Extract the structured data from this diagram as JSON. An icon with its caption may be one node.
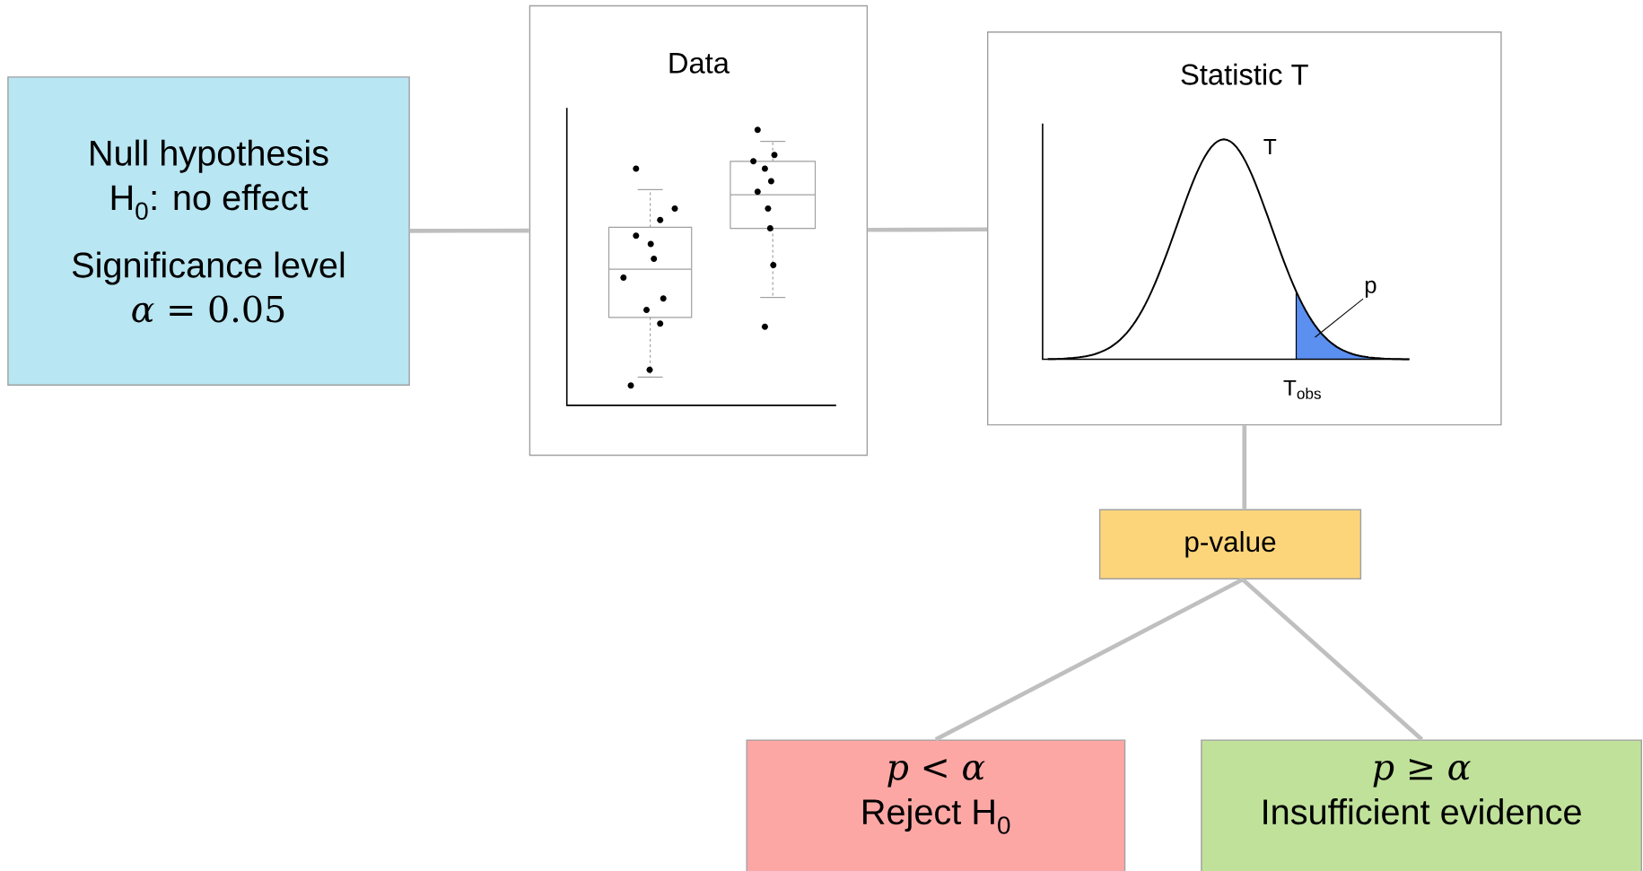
{
  "diagram": {
    "nodes": [
      {
        "text": [
          "Null hypothesis",
          "H$_{0}$: no effect",
          "Significance level",
          "*α* = 0.05"
        ]
      },
      {
        "text": [
          "Data"
        ]
      },
      {
        "text": [
          "Statistic T"
        ]
      },
      {
        "text": [
          "p"
        ],
        "in": 2
      },
      {
        "text": [
          "p-value"
        ]
      },
      {
        "text": [
          "*p* < *α*",
          "Reject H$_{0}$"
        ]
      },
      {
        "text": [
          "*p* ≥ *α*",
          "Insufficient evidence"
        ]
      }
    ],
    "edges": [
      {
        "from": 0,
        "to": 1,
        "arrow": "none"
      },
      {
        "from": 1,
        "to": 2,
        "arrow": "none"
      },
      {
        "from": 2,
        "to": 4,
        "arrow": "none"
      },
      {
        "from": 4,
        "to": 5,
        "arrow": "none"
      },
      {
        "from": 4,
        "to": 6,
        "arrow": "none"
      },
      {
        "from": 3,
        "to": null,
        "arrow": "none",
        "color": "#000000"
      }
    ],
    "labels": [
      "T",
      "T$_{obs}$"
    ]
  }
}
